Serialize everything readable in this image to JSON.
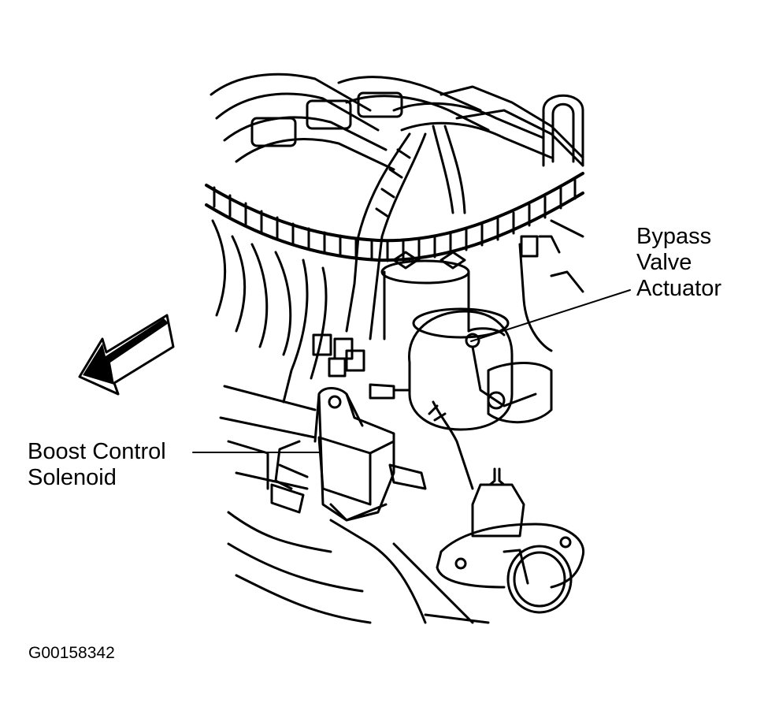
{
  "labels": {
    "bypass_valve_actuator": [
      "Bypass",
      "Valve",
      "Actuator"
    ],
    "boost_control_solenoid": [
      "Boost Control",
      "Solenoid"
    ]
  },
  "figure_code": "G00158342",
  "colors": {
    "ink": "#000000",
    "paper": "#ffffff"
  },
  "icons": {
    "direction_arrow": "forward-arrow-icon"
  }
}
